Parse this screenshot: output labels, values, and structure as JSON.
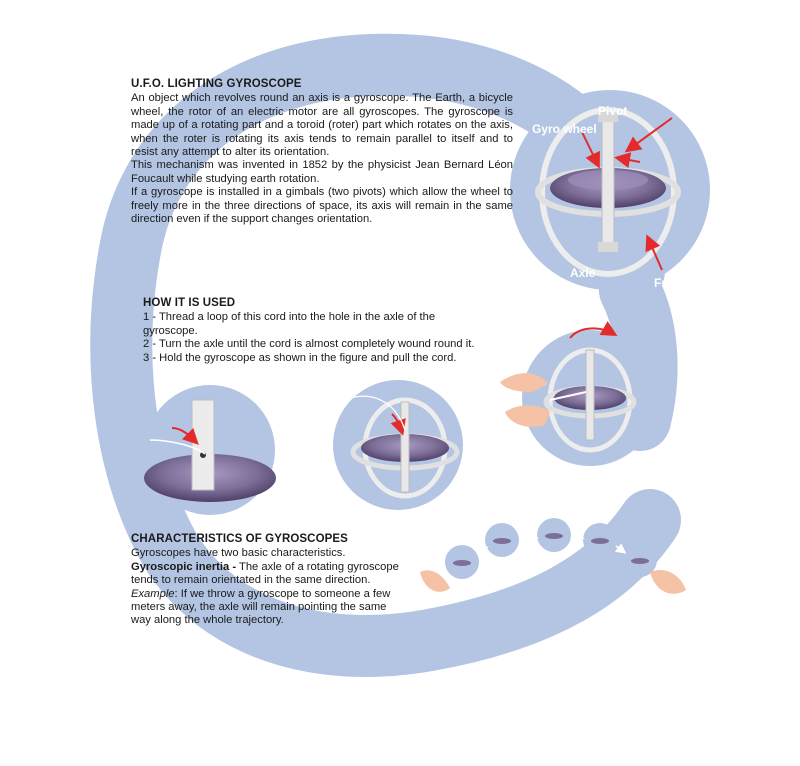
{
  "intro": {
    "title": "U.F.O. LIGHTING GYROSCOPE",
    "p1": "An object which revolves round an axis is a gyroscope. The Earth, a bicycle wheel, the rotor of an electric motor are all gyroscopes. The gyroscope is made up of a rotating part and a toroid (roter) part which rotates on the axis, when the roter is rotating its axis tends to remain parallel to itself and to resist any attempt to alter its orientation.",
    "p2": "This mechanism was invented in 1852 by the physicist Jean Bernard Léon Foucault while studying earth rotation.",
    "p3": "If a gyroscope is installed in a gimbals (two pivots) which allow the wheel to freely more in the three directions of space, its axis will remain in the same direction even if the support changes orientation."
  },
  "usage": {
    "title": "HOW IT IS USED",
    "steps": [
      "1 - Thread a loop of this cord into the hole in the axle of the gyroscope.",
      "2 - Turn the axle until the cord is almost completely wound round it.",
      "3 - Hold the gyroscope as shown in the figure and pull the cord."
    ]
  },
  "characteristics": {
    "title": "CHARACTERISTICS OF GYROSCOPES",
    "intro": "Gyroscopes have two basic characteristics.",
    "inertia_term": "Gyroscopic inertia -",
    "inertia_text": " The axle of a rotating gyroscope tends to remain orientated in the same direction.",
    "example_term": "Example",
    "example_text": ": If we throw a gyroscope to someone a few meters away, the axle will remain pointing the same way along the whole trajectory."
  },
  "diagram_labels": {
    "pivot": "Pivot",
    "gyro_wheel": "Gyro wheel",
    "axle": "Axle",
    "frame": "Frame"
  },
  "colors": {
    "band": "#b3c5e2",
    "disc": "#7d6e98",
    "frame": "#e4e4e4",
    "arrow": "#e32b2b",
    "hand": "#f6c2a6"
  }
}
